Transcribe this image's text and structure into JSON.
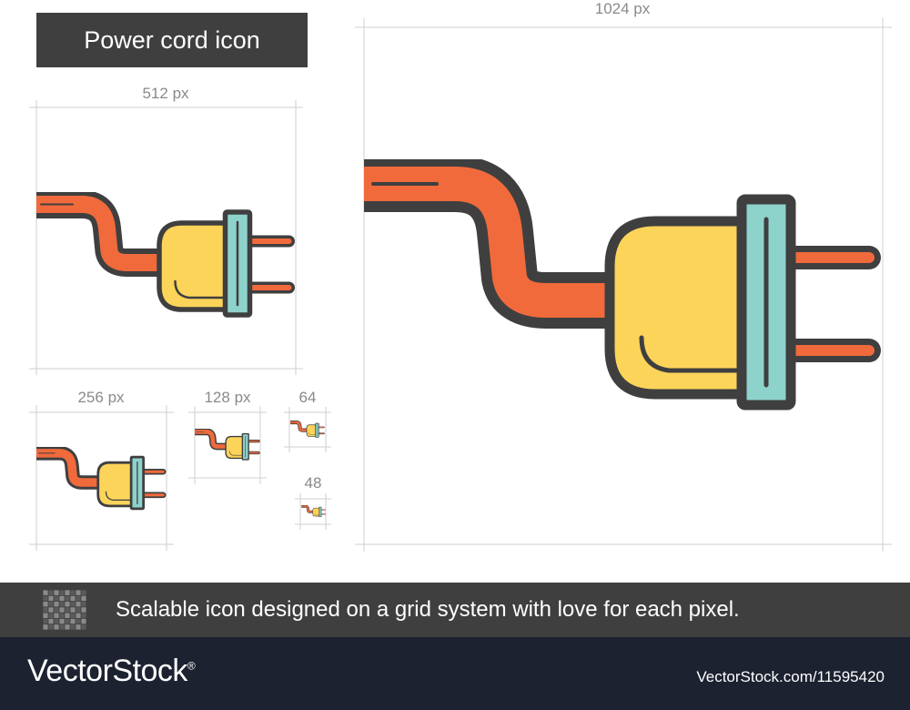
{
  "title": "Power cord icon",
  "sizes": {
    "s1024": "1024 px",
    "s512": "512 px",
    "s256": "256 px",
    "s128": "128 px",
    "s64": "64",
    "s48": "48"
  },
  "tagline": "Scalable icon designed on a grid system with love for each pixel.",
  "brand": {
    "name": "VectorStock",
    "mark": "®"
  },
  "image_id": "VectorStock.com/11595420",
  "colors": {
    "outline": "#3f3f3f",
    "cord": "#f06a3c",
    "plug_body": "#fcd45a",
    "plug_band": "#8ed2cc",
    "bar": "#3f3f3f",
    "footer": "#1c2230"
  },
  "icon_name": "power-cord-icon"
}
